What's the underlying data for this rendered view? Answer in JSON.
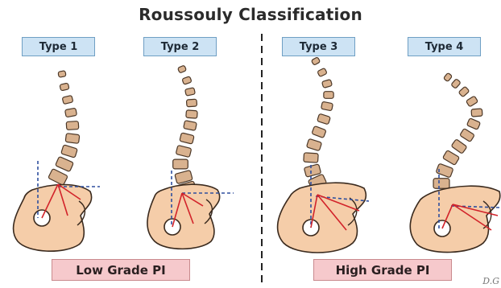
{
  "title": "Roussouly Classification",
  "types": [
    {
      "label": "Type 1"
    },
    {
      "label": "Type 2"
    },
    {
      "label": "Type 3"
    },
    {
      "label": "Type 4"
    }
  ],
  "groups": {
    "low": "Low Grade PI",
    "high": "High Grade PI"
  },
  "signature": "D.G",
  "colors": {
    "vertebra_fill": "#d9b28f",
    "vertebra_stroke": "#4a3626",
    "pelvis_fill": "#f5cda9",
    "angle_lines": "#d2232a",
    "guide_lines": "#2f4f9e",
    "type_label_bg": "#cde3f4",
    "grade_label_bg": "#f6c9cc"
  }
}
